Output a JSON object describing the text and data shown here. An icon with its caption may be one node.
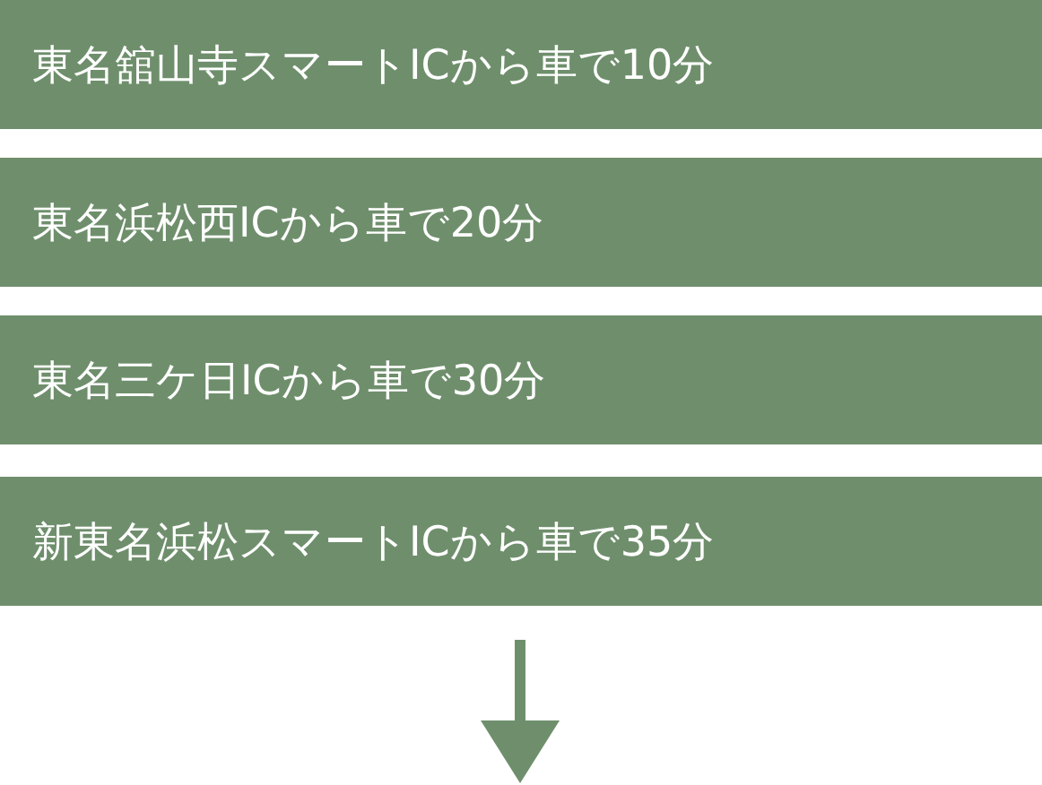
{
  "diagram": {
    "nodes": [
      {
        "text": [
          "東名舘山寺スマートICから車で10分"
        ]
      },
      {
        "text": [
          "東名浜松西ICから車で20分"
        ]
      },
      {
        "text": [
          "東名三ケ日ICから車で30分"
        ]
      },
      {
        "text": [
          "新東名浜松スマートICから車で35分"
        ]
      }
    ]
  }
}
